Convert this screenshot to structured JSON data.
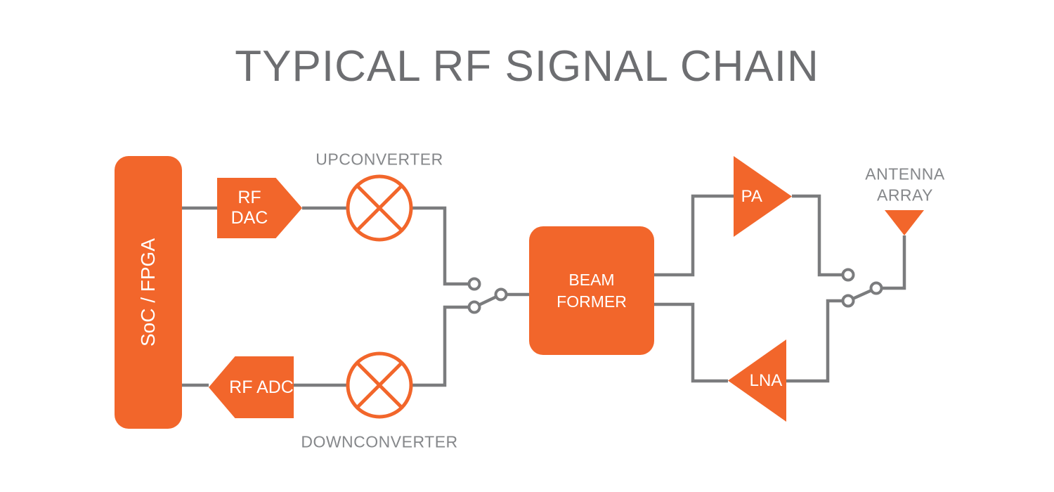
{
  "title": "TYPICAL RF SIGNAL CHAIN",
  "colors": {
    "orange": "#F2662B",
    "wire": "#7B7C7E",
    "title_gray": "#6D6E71",
    "label_gray": "#85878A"
  },
  "diagram": {
    "soc_fpga": {
      "label": "SoC / FPGA"
    },
    "rf_dac": {
      "label": "RF DAC"
    },
    "upconverter": {
      "label": "UPCONVERTER"
    },
    "rf_adc": {
      "label": "RF ADC"
    },
    "downconverter": {
      "label": "DOWNCONVERTER"
    },
    "beamformer": {
      "line1": "BEAM",
      "line2": "FORMER"
    },
    "pa": {
      "label": "PA"
    },
    "lna": {
      "label": "LNA"
    },
    "antenna_array": {
      "line1": "ANTENNA",
      "line2": "ARRAY"
    }
  }
}
